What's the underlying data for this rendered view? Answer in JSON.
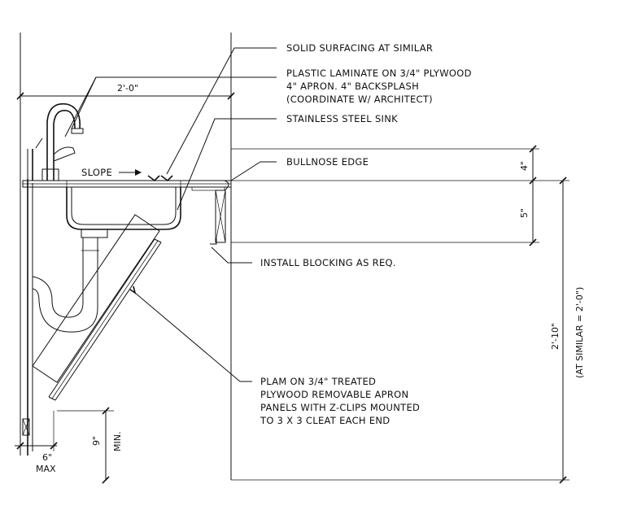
{
  "notes": {
    "n1": "SOLID SURFACING AT SIMILAR",
    "n2_line1": "PLASTIC LAMINATE ON 3/4\" PLYWOOD",
    "n2_line2": "4\" APRON. 4\" BACKSPLASH",
    "n2_line3": "(COORDINATE W/ ARCHITECT)",
    "n3": "STAINLESS STEEL SINK",
    "n4": "BULLNOSE EDGE",
    "n5": "INSTALL BLOCKING AS REQ.",
    "n6_line1": "PLAM ON 3/4\" TREATED",
    "n6_line2": "PLYWOOD REMOVABLE APRON",
    "n6_line3": "PANELS WITH Z-CLIPS MOUNTED",
    "n6_line4": "TO 3 X 3 CLEAT EACH END",
    "slope": "SLOPE"
  },
  "dimensions": {
    "width": "2'-0\"",
    "backsplash": "4\"",
    "apron": "5\"",
    "height": "2'-10\"",
    "height_alt": "(AT SIMILAR = 2'-0\")",
    "knee_clear": "9\"",
    "knee_clear_suffix": "MIN.",
    "toe_depth": "6\"",
    "toe_depth_suffix": "MAX"
  }
}
